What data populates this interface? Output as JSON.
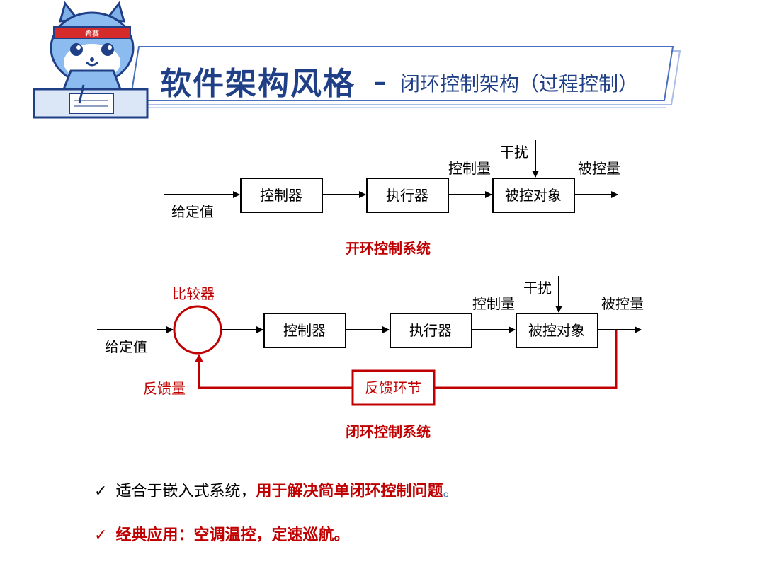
{
  "header": {
    "title_main": "软件架构风格",
    "dash": "–",
    "title_sub": "闭环控制架构（过程控制）",
    "mascot_band_text": "希赛"
  },
  "open_loop": {
    "input_label": "给定值",
    "controller": "控制器",
    "actuator": "执行器",
    "plant": "被控对象",
    "control_qty": "控制量",
    "disturbance": "干扰",
    "controlled_qty": "被控量",
    "caption": "开环控制系统"
  },
  "closed_loop": {
    "comparator": "比较器",
    "input_label": "给定值",
    "controller": "控制器",
    "actuator": "执行器",
    "plant": "被控对象",
    "control_qty": "控制量",
    "disturbance": "干扰",
    "controlled_qty": "被控量",
    "feedback_qty": "反馈量",
    "feedback_block": "反馈环节",
    "caption": "闭环控制系统"
  },
  "bullets": {
    "b1_plain": "适合于嵌入式系统，",
    "b1_highlight": "用于解决简单闭环控制问题",
    "b1_end": "。",
    "b2": "经典应用：空调温控，定速巡航。",
    "check": "✓"
  },
  "colors": {
    "title_blue": "#1f3f86",
    "accent_red": "#c00000",
    "banner_border": "#4a6fbf"
  }
}
